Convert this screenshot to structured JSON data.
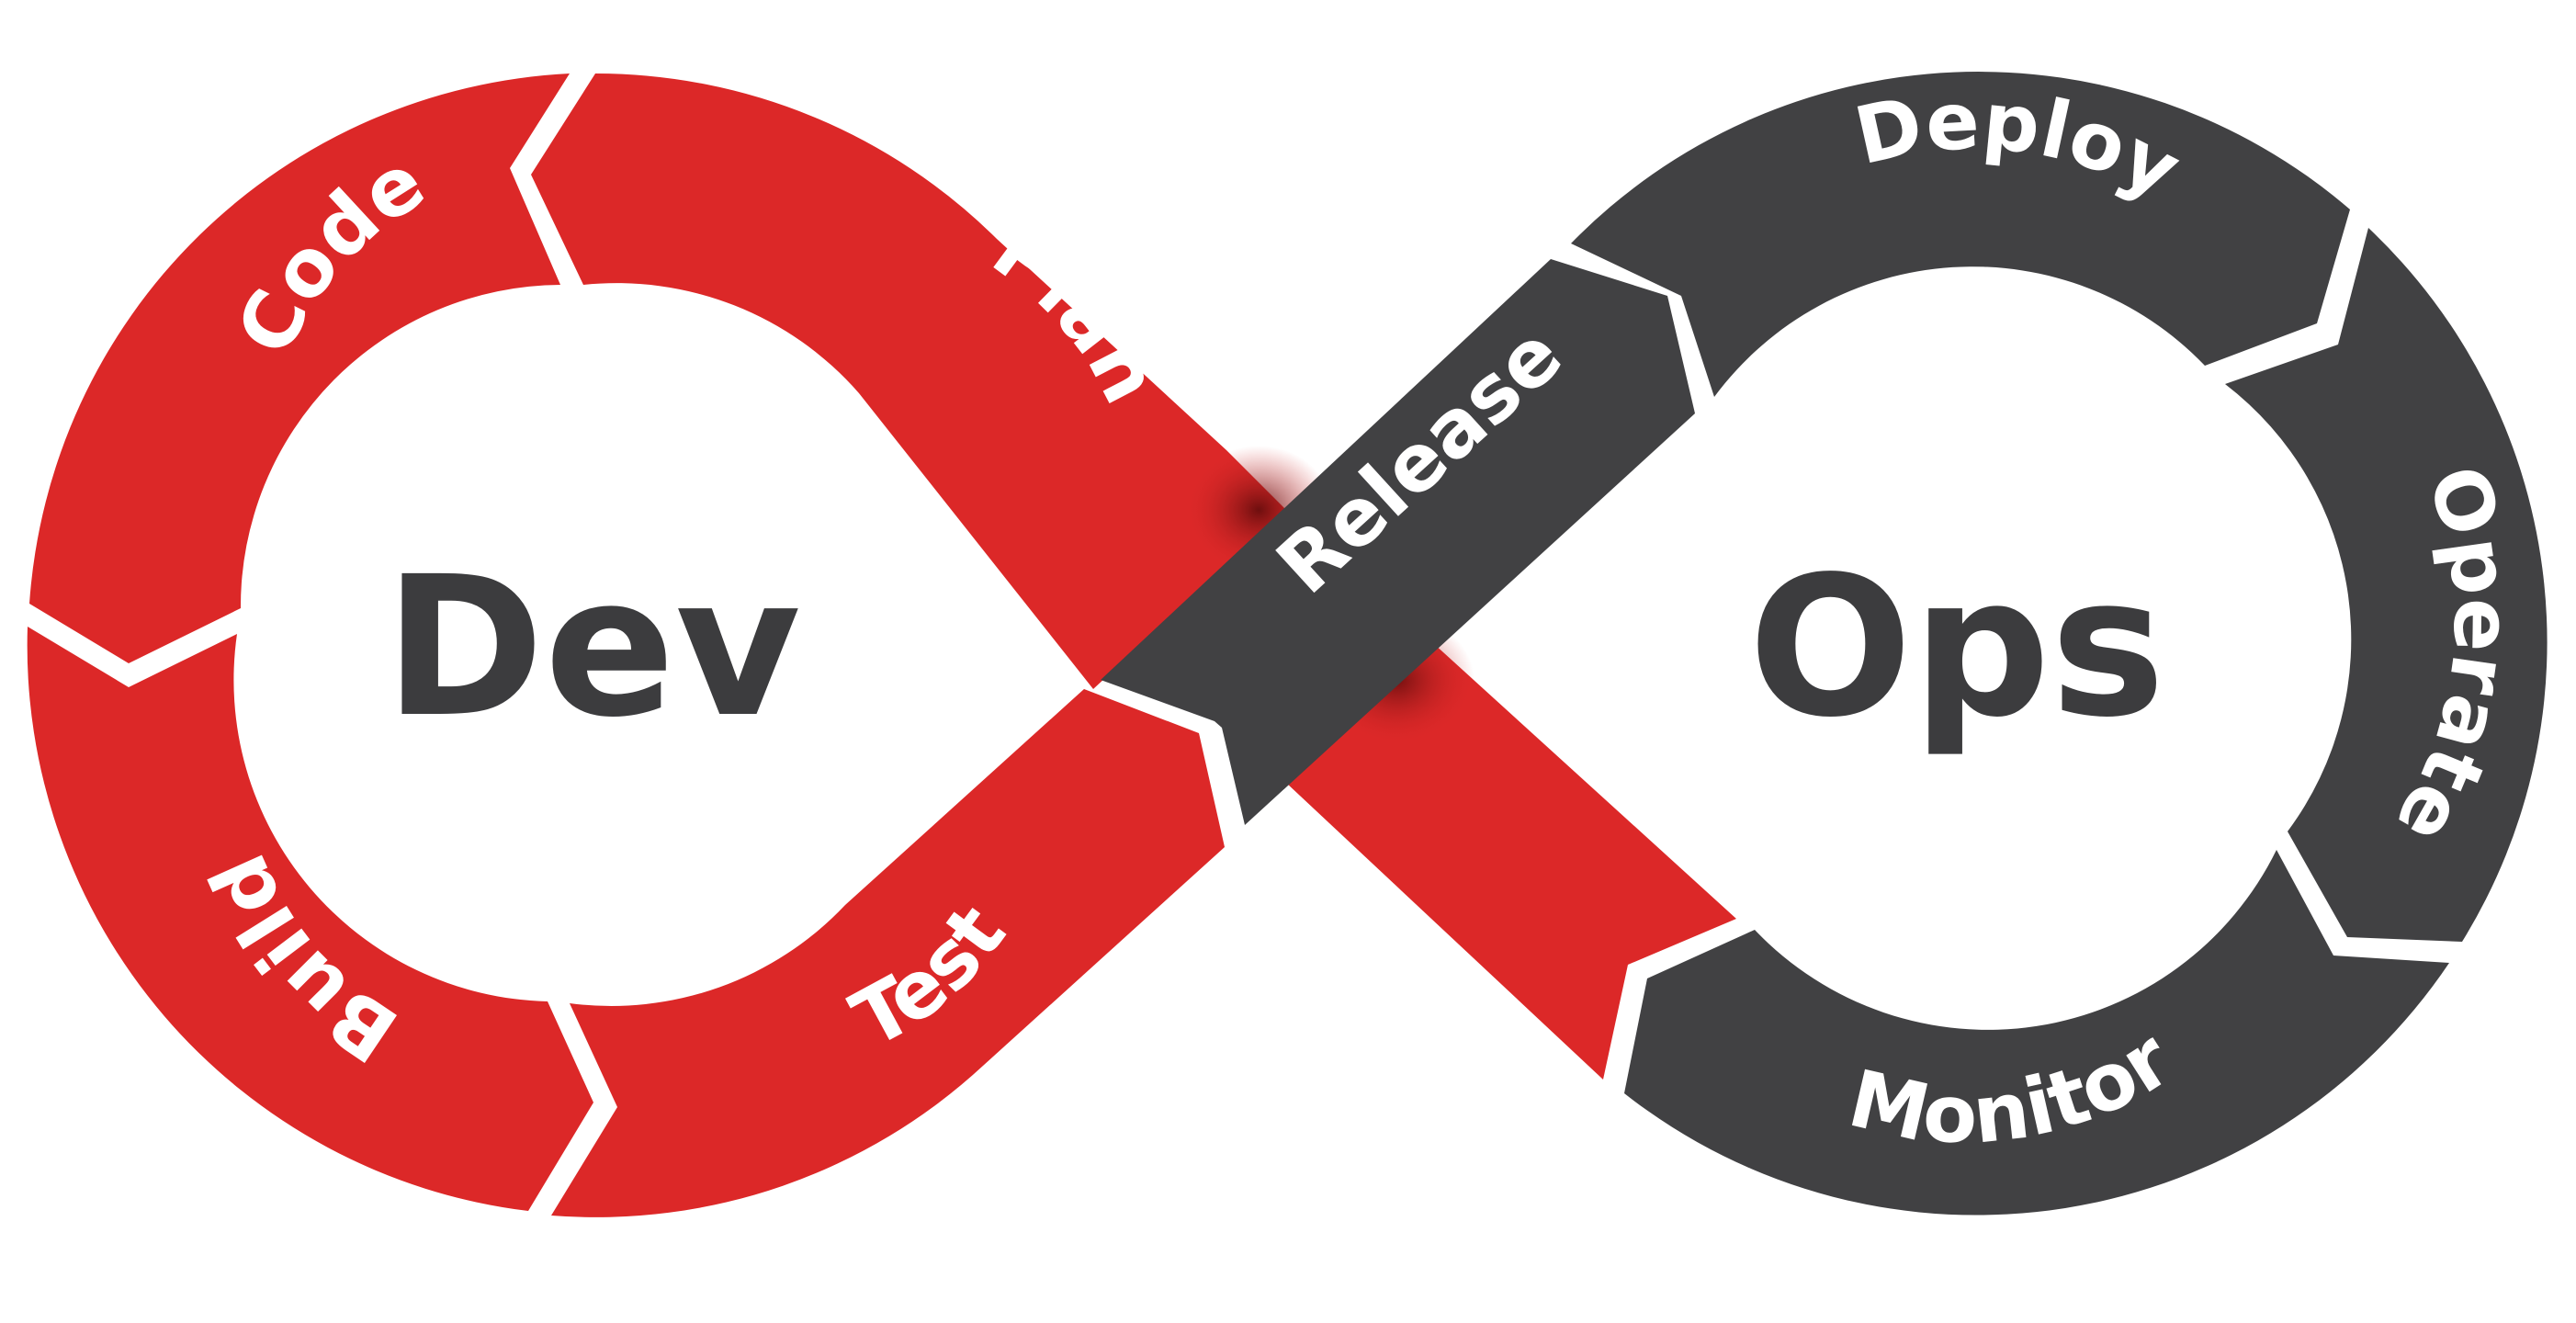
{
  "colors": {
    "dev": "#dc2828",
    "ops": "#414143",
    "center_text": "#3c3c3e",
    "label_text": "#ffffff",
    "background": "#ffffff"
  },
  "center": {
    "dev": "Dev",
    "ops": "Ops"
  },
  "stages": {
    "code": "Code",
    "plan": "Plan",
    "build": "Build",
    "test": "Test",
    "release": "Release",
    "deploy": "Deploy",
    "operate": "Operate",
    "monitor": "Monitor"
  }
}
